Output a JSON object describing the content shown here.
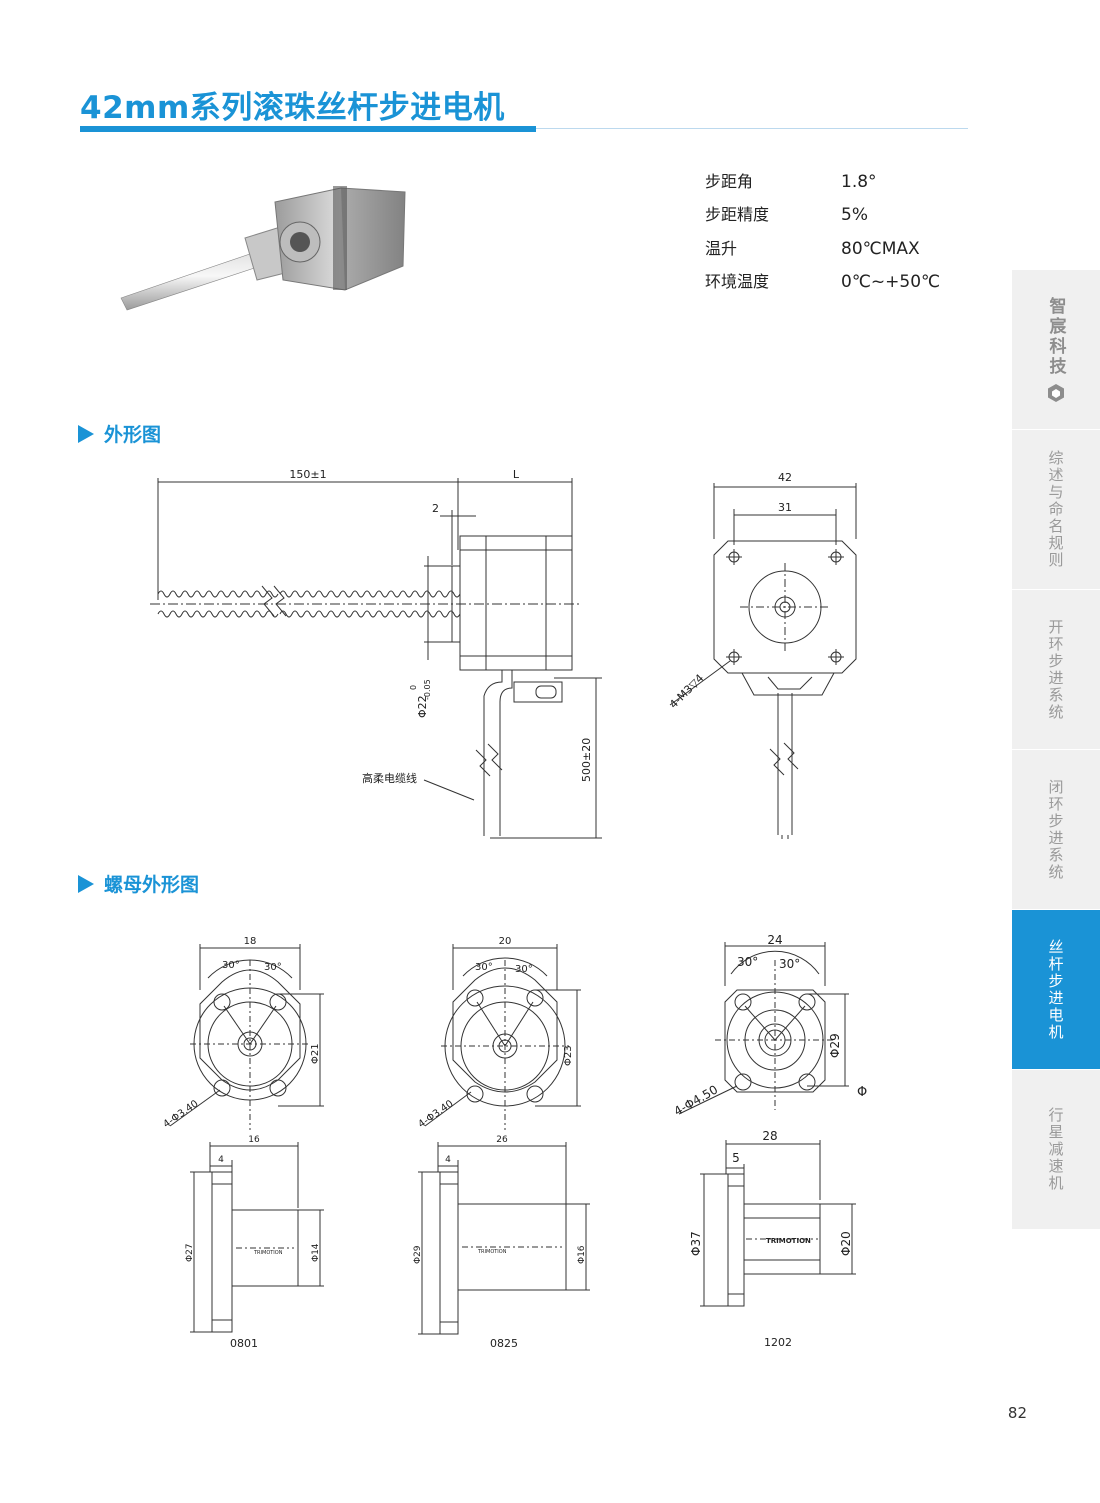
{
  "page": {
    "title": "42mm系列滚珠丝杆步进电机",
    "page_number": "82"
  },
  "specs": [
    {
      "label": "步距角",
      "value": "1.8°"
    },
    {
      "label": "步距精度",
      "value": "5%"
    },
    {
      "label": "温升",
      "value": "80℃MAX"
    },
    {
      "label": "环境温度",
      "value": "0℃~+50℃"
    }
  ],
  "sections": {
    "outline": "外形图",
    "nut_outline": "螺母外形图"
  },
  "drawing_outline": {
    "dim_length": "150±1",
    "dim_L": "L",
    "dim_2": "2",
    "dim_phi22": "Φ22",
    "tol_upper": "0",
    "tol_lower": "-0.05",
    "dim_500": "500±20",
    "cable_label": "高柔电缆线",
    "dim_42": "42",
    "dim_31": "31",
    "thread_label": "4-M3▽4"
  },
  "nut_drawings": {
    "n0801": {
      "width": "18",
      "a1": "30°",
      "a2": "30°",
      "dia": "Φ21",
      "holes": "4-Φ3.40",
      "len": "16",
      "flange": "4",
      "d_outer": "Φ27",
      "d_body": "Φ14",
      "code": "0801"
    },
    "n0825": {
      "width": "20",
      "a1": "30°",
      "a2": "30°",
      "dia": "Φ23",
      "holes": "4-Φ3.40",
      "len": "26",
      "flange": "4",
      "d_outer": "Φ29",
      "d_body": "Φ16",
      "code": "0825"
    },
    "n1202": {
      "width": "24",
      "a1": "30°",
      "a2": "30°",
      "dia": "Φ29",
      "holes": "4-Φ4.50",
      "len": "28",
      "flange": "5",
      "d_outer": "Φ37",
      "d_body": "Φ20",
      "code": "1202",
      "extra": "Φ"
    }
  },
  "logo_text": "TRIMOTION",
  "sidebar": {
    "brand": "智宸科技",
    "tabs": [
      {
        "label": "综述与命名规则",
        "active": false
      },
      {
        "label": "开环步进系统",
        "active": false
      },
      {
        "label": "闭环步进系统",
        "active": false
      },
      {
        "label": "丝杆步进电机",
        "active": true
      },
      {
        "label": "行星减速机",
        "active": false
      }
    ]
  },
  "colors": {
    "accent": "#1a93d6",
    "sidebar_bg": "#f0f0f0"
  }
}
